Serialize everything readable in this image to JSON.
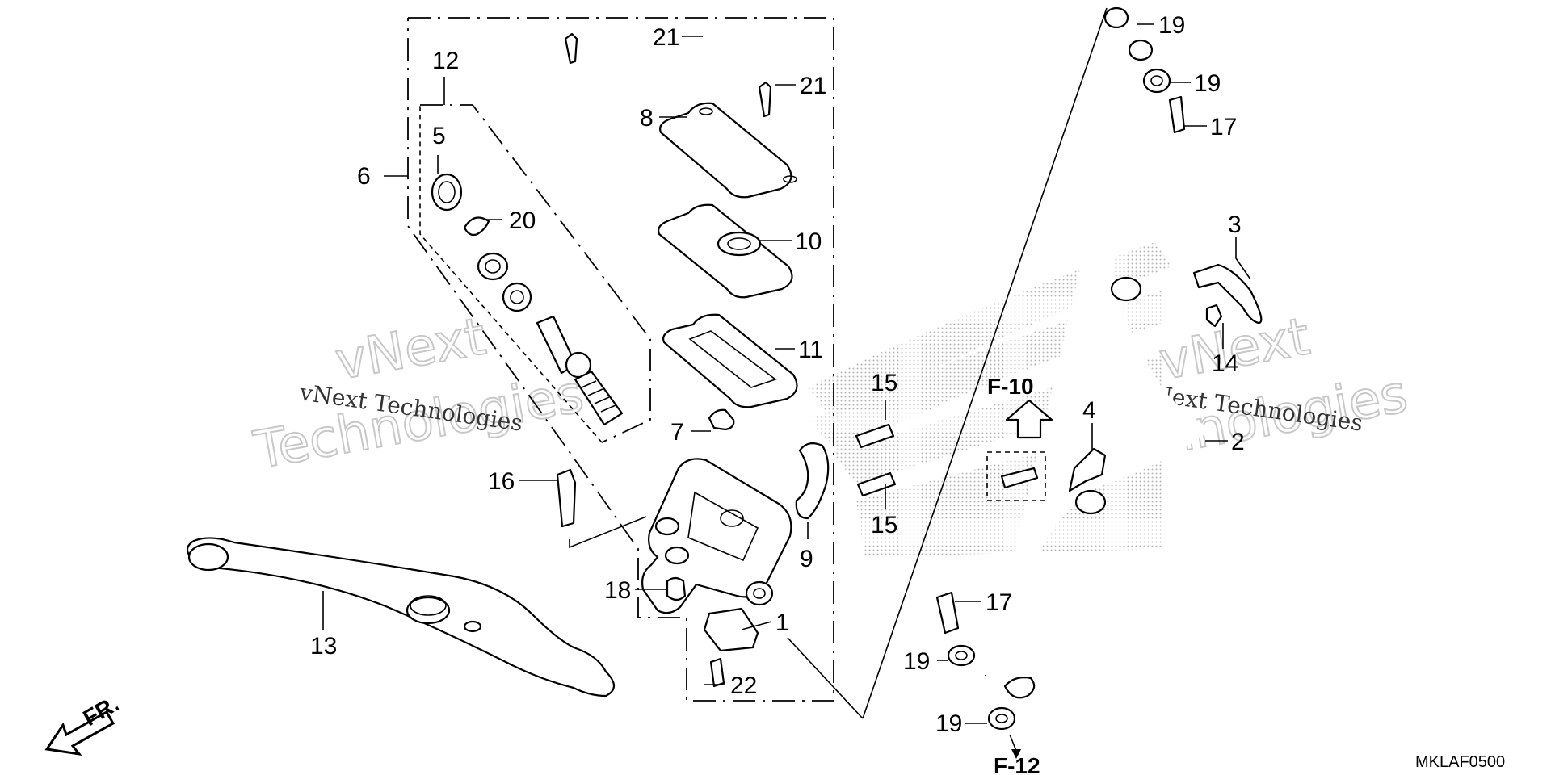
{
  "diagram_code": "MKLAF0500",
  "watermark": {
    "brand": "vNext",
    "company": "Technologies",
    "small_text": "vNext Technologies"
  },
  "references": {
    "ref_up": "F-10",
    "ref_down": "F-12",
    "front_marker": "FR."
  },
  "callouts": [
    {
      "id": "c21a",
      "label": "21"
    },
    {
      "id": "c21b",
      "label": "21"
    },
    {
      "id": "c12",
      "label": "12"
    },
    {
      "id": "c5",
      "label": "5"
    },
    {
      "id": "c6",
      "label": "6"
    },
    {
      "id": "c20",
      "label": "20"
    },
    {
      "id": "c8",
      "label": "8"
    },
    {
      "id": "c10",
      "label": "10"
    },
    {
      "id": "c11",
      "label": "11"
    },
    {
      "id": "c7",
      "label": "7"
    },
    {
      "id": "c16",
      "label": "16"
    },
    {
      "id": "c9",
      "label": "9"
    },
    {
      "id": "c18",
      "label": "18"
    },
    {
      "id": "c1",
      "label": "1"
    },
    {
      "id": "c22",
      "label": "22"
    },
    {
      "id": "c13",
      "label": "13"
    },
    {
      "id": "c15a",
      "label": "15"
    },
    {
      "id": "c15b",
      "label": "15"
    },
    {
      "id": "c17a",
      "label": "17"
    },
    {
      "id": "c19a",
      "label": "19"
    },
    {
      "id": "c19b",
      "label": "19"
    },
    {
      "id": "c19c",
      "label": "19"
    },
    {
      "id": "c19d",
      "label": "19"
    },
    {
      "id": "c17b",
      "label": "17"
    },
    {
      "id": "c3",
      "label": "3"
    },
    {
      "id": "c14",
      "label": "14"
    },
    {
      "id": "c4",
      "label": "4"
    },
    {
      "id": "c2",
      "label": "2"
    }
  ]
}
